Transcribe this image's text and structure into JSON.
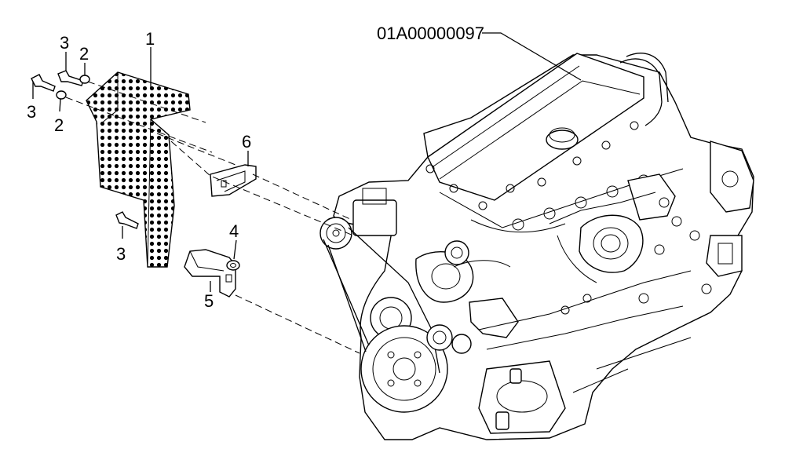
{
  "assembly_label": "01A00000097",
  "callouts": {
    "c1": "1",
    "c2a": "2",
    "c2b": "2",
    "c3a": "3",
    "c3b": "3",
    "c3c": "3",
    "c4": "4",
    "c5": "5",
    "c6": "6"
  },
  "colors": {
    "ink": "#000000",
    "background": "#ffffff"
  }
}
